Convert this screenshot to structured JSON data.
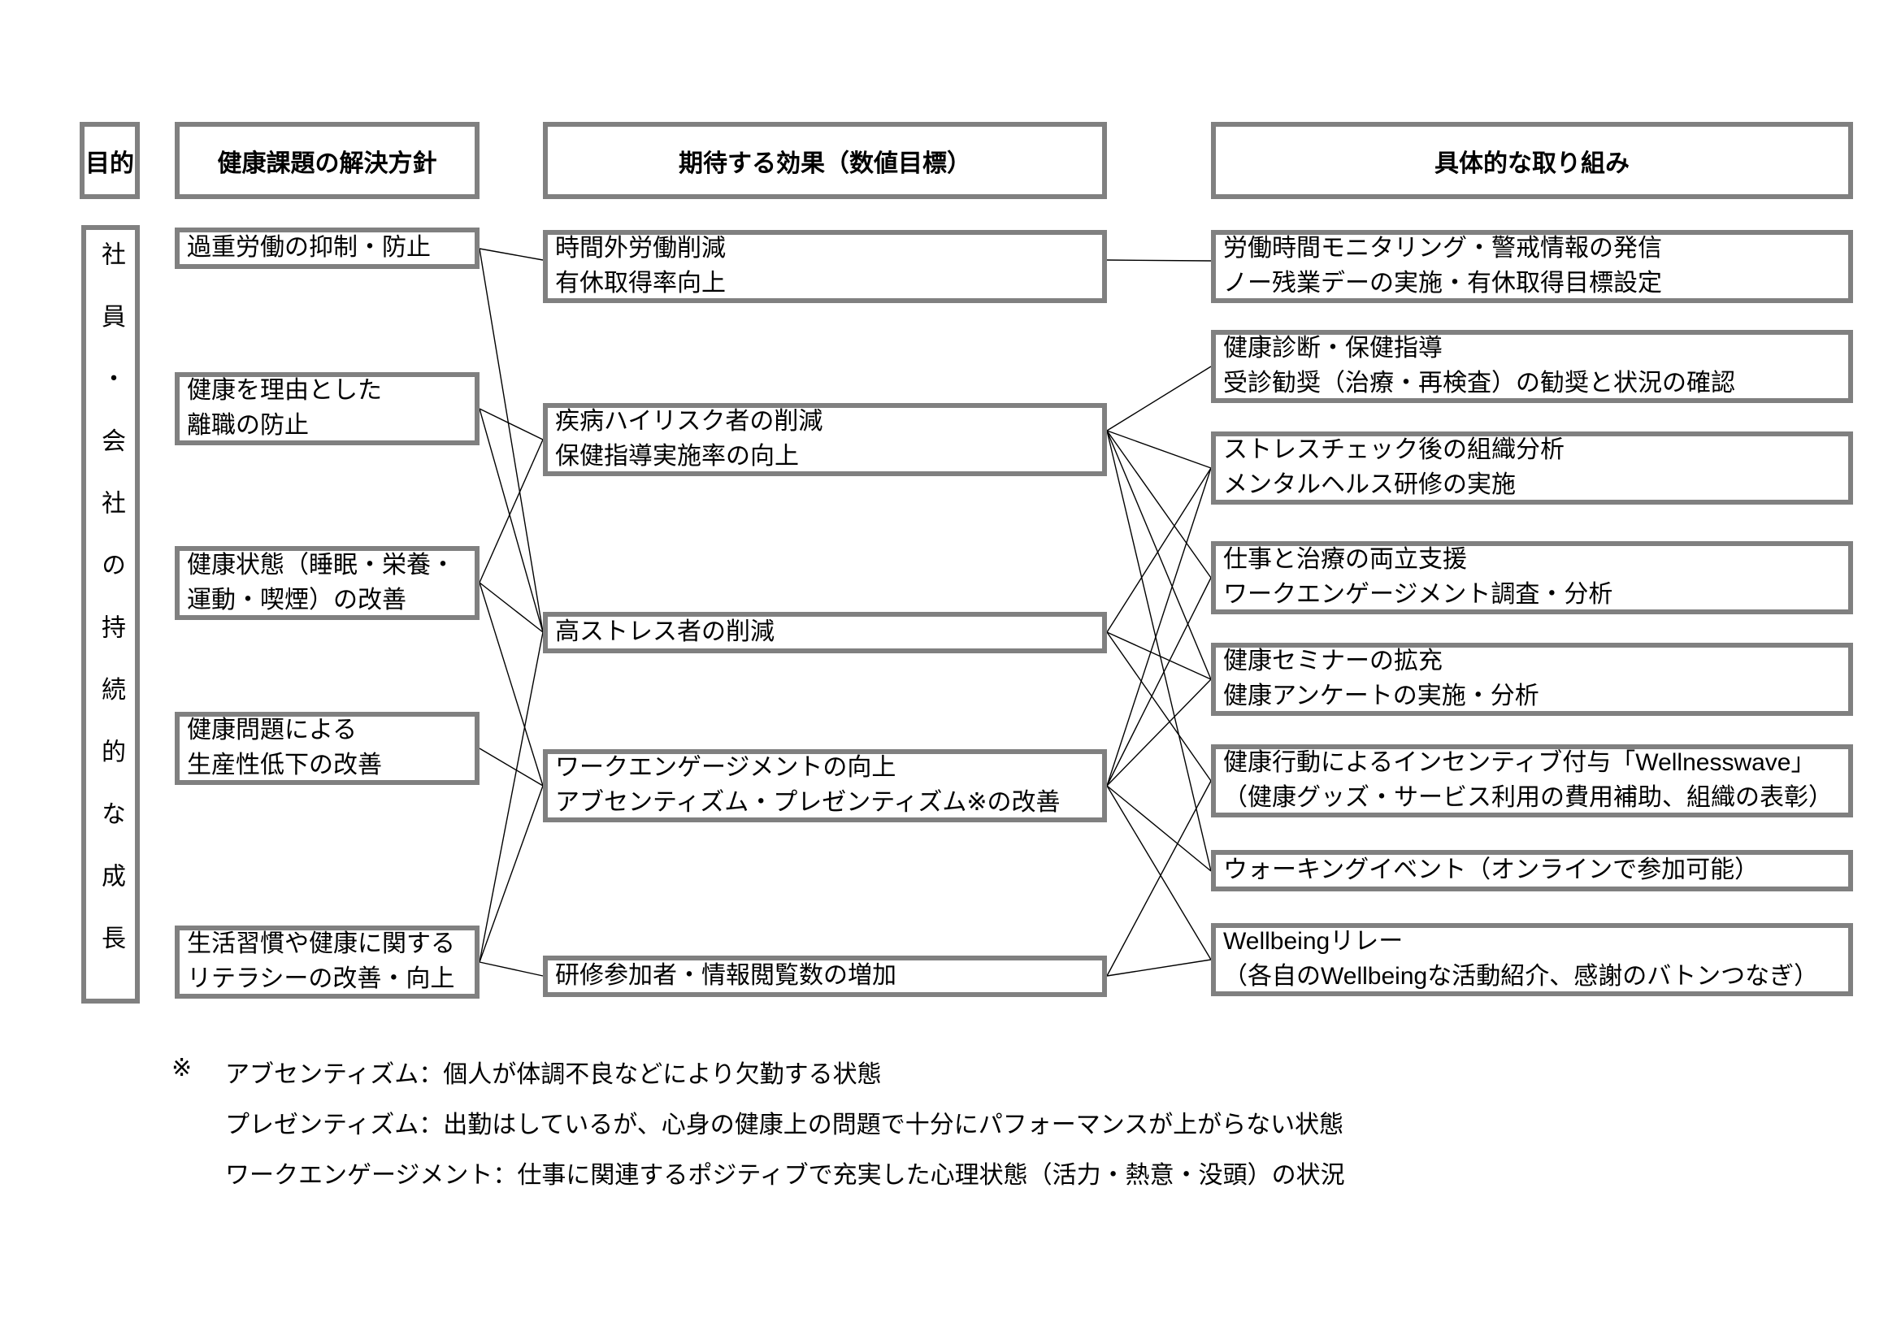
{
  "headers": {
    "purpose": "目的",
    "solutions": "健康課題の解決方針",
    "effects": "期待する効果（数値目標）",
    "initiatives": "具体的な取り組み"
  },
  "purpose_label": "社員・会社の持続的な成長",
  "columns": {
    "solutions": {
      "boxes": [
        {
          "lines": [
            "過重労働の抑制・防止"
          ]
        },
        {
          "lines": [
            "健康を理由とした",
            "離職の防止"
          ]
        },
        {
          "lines": [
            "健康状態（睡眠・栄養・",
            "運動・喫煙）の改善"
          ]
        },
        {
          "lines": [
            "健康問題による",
            "生産性低下の改善"
          ]
        },
        {
          "lines": [
            "生活習慣や健康に関する",
            "リテラシーの改善・向上"
          ]
        }
      ]
    },
    "effects": {
      "boxes": [
        {
          "lines": [
            "時間外労働削減",
            "有休取得率向上"
          ]
        },
        {
          "lines": [
            "疾病ハイリスク者の削減",
            "保健指導実施率の向上"
          ]
        },
        {
          "lines": [
            "高ストレス者の削減"
          ]
        },
        {
          "lines": [
            "ワークエンゲージメントの向上",
            "アブセンティズム・プレゼンティズム※の改善"
          ]
        },
        {
          "lines": [
            "研修参加者・情報閲覧数の増加"
          ]
        }
      ]
    },
    "initiatives": {
      "boxes": [
        {
          "lines": [
            "労働時間モニタリング・警戒情報の発信",
            "ノー残業デーの実施・有休取得目標設定"
          ]
        },
        {
          "lines": [
            "健康診断・保健指導",
            "受診勧奨（治療・再検査）の勧奨と状況の確認"
          ]
        },
        {
          "lines": [
            "ストレスチェック後の組織分析",
            "メンタルヘルス研修の実施"
          ]
        },
        {
          "lines": [
            "仕事と治療の両立支援",
            "ワークエンゲージメント調査・分析"
          ]
        },
        {
          "lines": [
            "健康セミナーの拡充",
            "健康アンケートの実施・分析"
          ]
        },
        {
          "lines": [
            "健康行動によるインセンティブ付与「Wellnesswave」",
            "（健康グッズ・サービス利用の費用補助、組織の表彰）"
          ]
        },
        {
          "lines": [
            "ウォーキングイベント（オンラインで参加可能）"
          ]
        },
        {
          "lines": [
            "Wellbeingリレー",
            "（各自のWellbeingな活動紹介、感謝のバトンつなぎ）"
          ]
        }
      ]
    }
  },
  "footnotes": {
    "marker": "※",
    "items": [
      "アブセンティズム：個人が体調不良などにより欠勤する状態",
      "プレゼンティズム：出勤はしているが、心身の健康上の問題で十分にパフォーマンスが上がらない状態",
      "ワークエンゲージメント：仕事に関連するポジティブで充実した心理状態（活力・熱意・没頭）の状況"
    ]
  },
  "connections": {
    "solutions_to_effects": [
      [
        1,
        1
      ],
      [
        1,
        3
      ],
      [
        2,
        2
      ],
      [
        2,
        3
      ],
      [
        3,
        2
      ],
      [
        3,
        3
      ],
      [
        3,
        4
      ],
      [
        4,
        4
      ],
      [
        5,
        3
      ],
      [
        5,
        4
      ],
      [
        5,
        5
      ]
    ],
    "effects_to_initiatives": [
      [
        1,
        1
      ],
      [
        2,
        2
      ],
      [
        2,
        3
      ],
      [
        2,
        4
      ],
      [
        2,
        5
      ],
      [
        2,
        7
      ],
      [
        3,
        3
      ],
      [
        3,
        5
      ],
      [
        3,
        6
      ],
      [
        4,
        3
      ],
      [
        4,
        4
      ],
      [
        4,
        5
      ],
      [
        4,
        7
      ],
      [
        4,
        8
      ],
      [
        5,
        6
      ],
      [
        5,
        8
      ]
    ]
  },
  "colors": {
    "border": "#808080",
    "line": "#000000",
    "text": "#000000",
    "background": "#ffffff"
  }
}
